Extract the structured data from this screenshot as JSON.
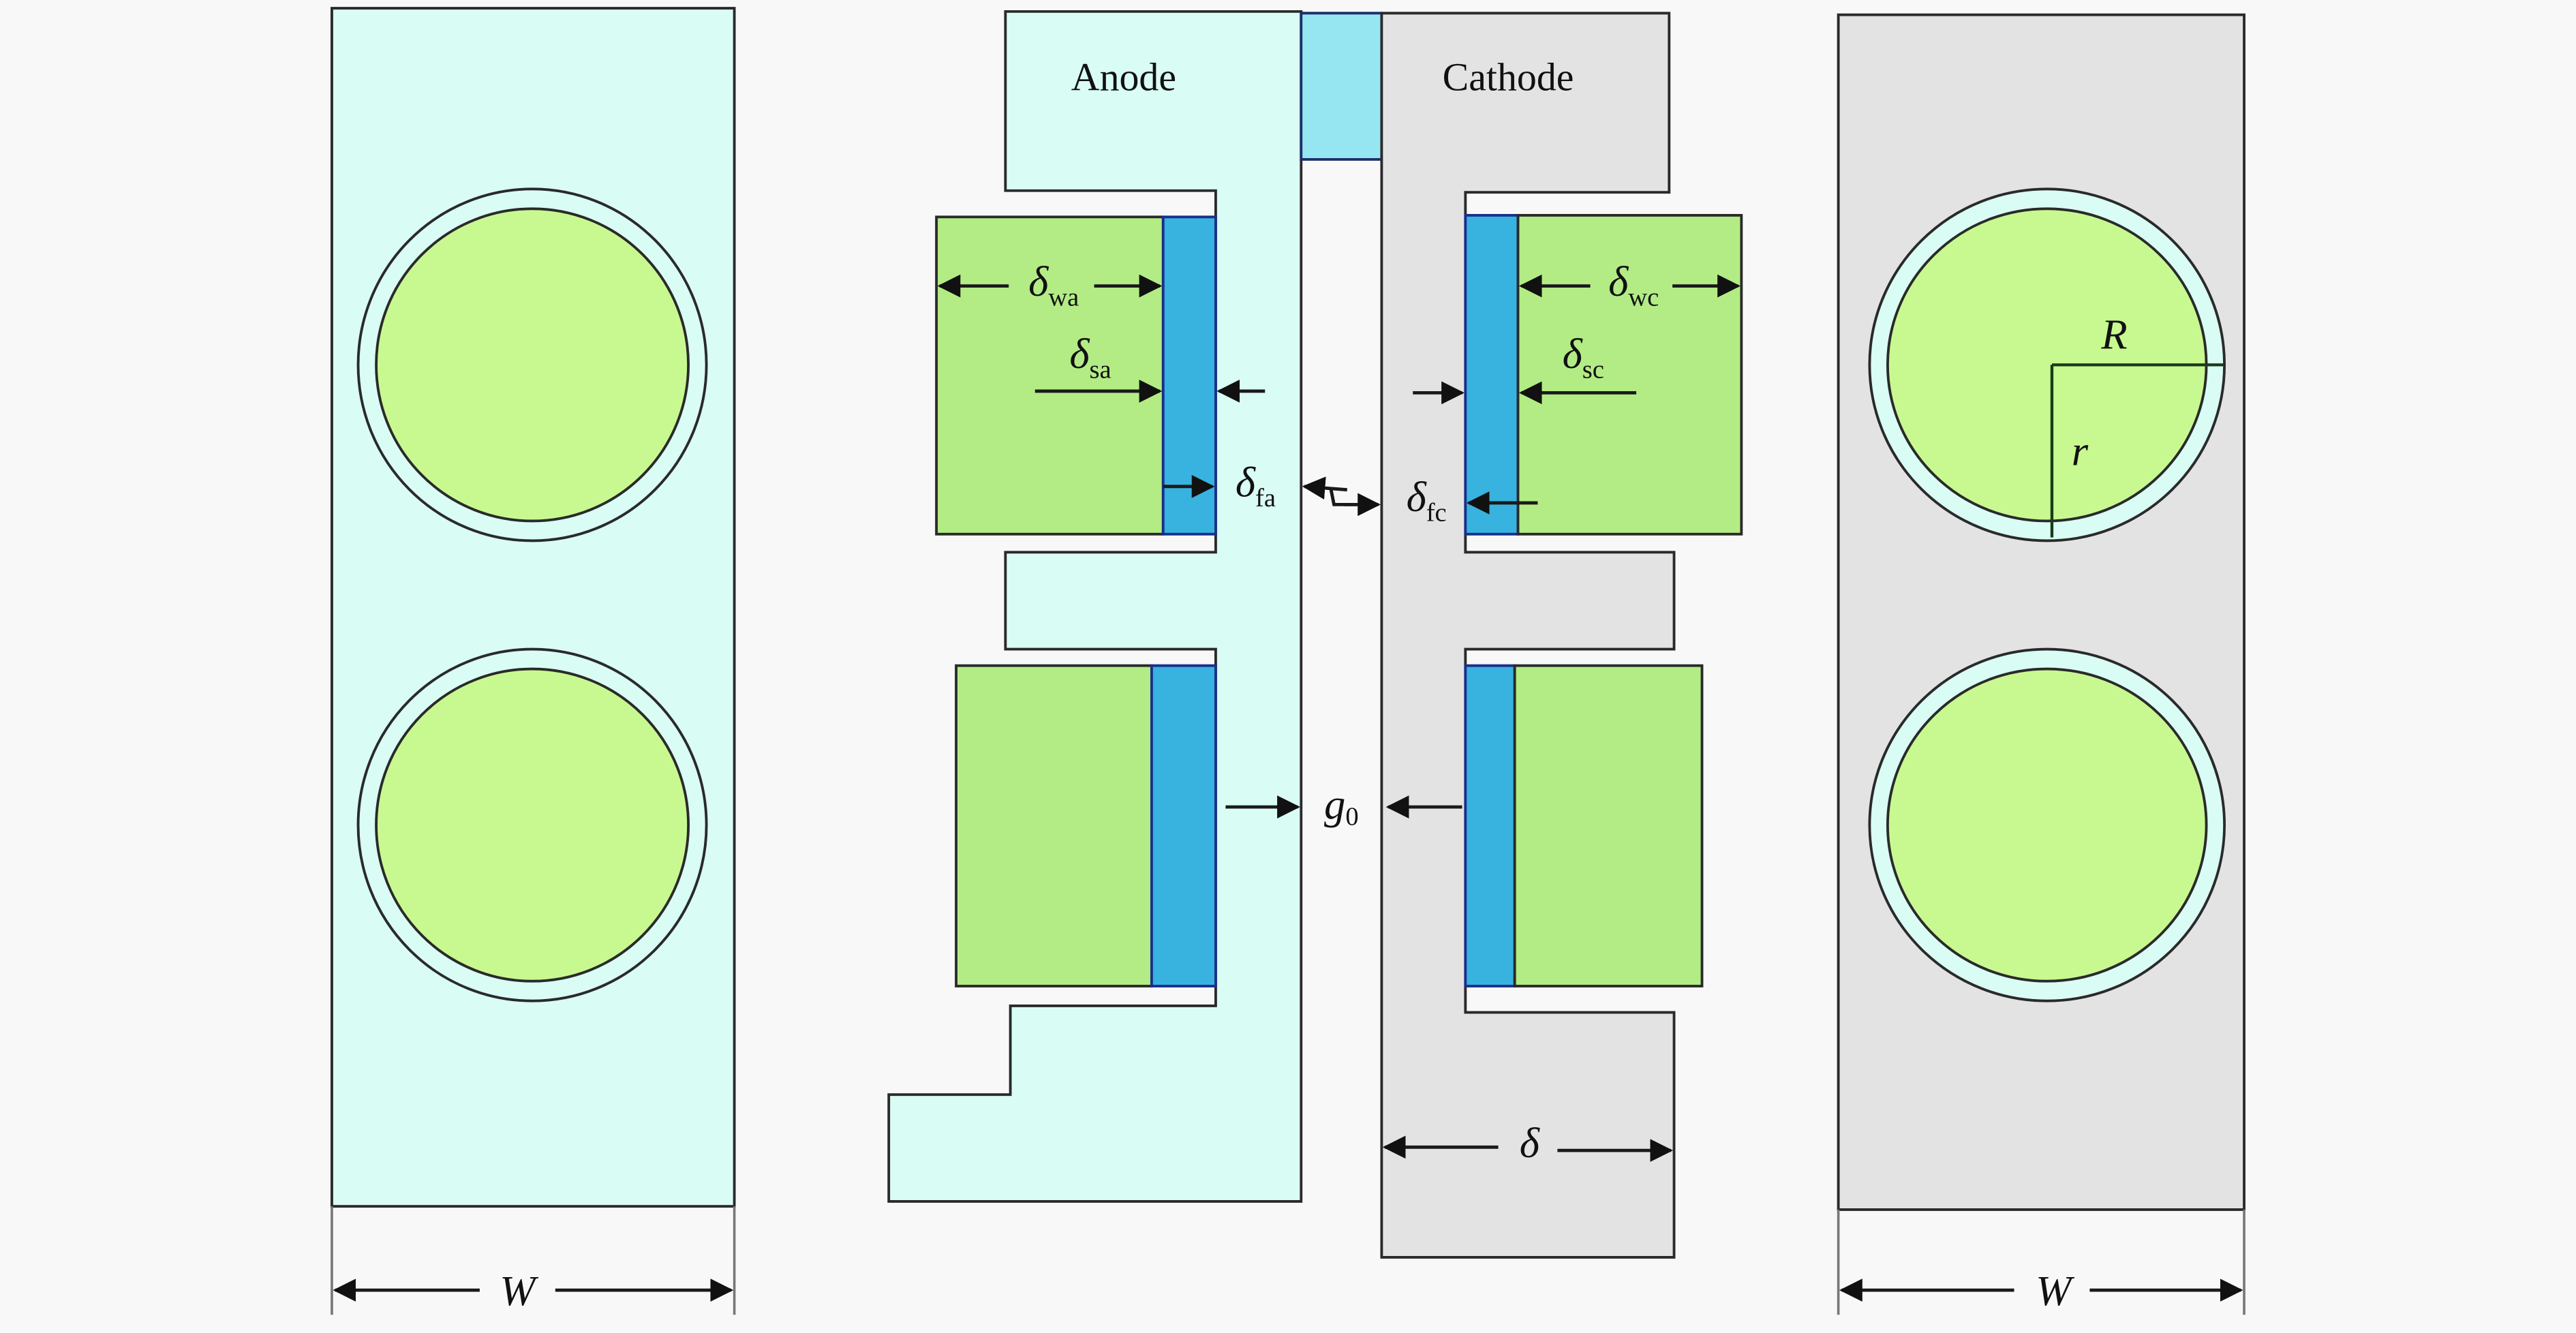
{
  "diagram": {
    "title_labels": {
      "anode": "Anode",
      "cathode": "Cathode"
    },
    "dimensions": {
      "delta_symbol": "δ",
      "delta_wa_sub": "wa",
      "delta_sa_sub": "sa",
      "delta_fa_sub": "fa",
      "delta_wc_sub": "wc",
      "delta_sc_sub": "sc",
      "delta_fc_sub": "fc",
      "g_symbol": "g",
      "g_sub": "0",
      "delta_width": "δ",
      "width_left": "W",
      "width_right": "W",
      "radius_outer": "R",
      "radius_inner": "r"
    },
    "colors": {
      "background": "#f8f8f8",
      "anode_fill": "#d9fcf4",
      "cathode_fill": "#e3e3e3",
      "separator_fill": "#96e6f2",
      "electrolyte_green": "#b3ec85",
      "circle_green": "#c8f990",
      "layer_blue": "#38b2df",
      "ring_cyan": "#d9fcf4"
    }
  }
}
